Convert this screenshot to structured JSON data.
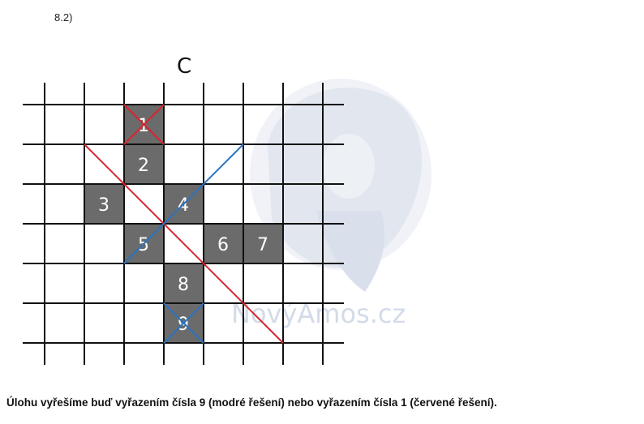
{
  "problem_number": "8.2)",
  "grid_label": "C",
  "cells": [
    {
      "number": "1"
    },
    {
      "number": "2"
    },
    {
      "number": "3"
    },
    {
      "number": "4"
    },
    {
      "number": "5"
    },
    {
      "number": "6"
    },
    {
      "number": "7"
    },
    {
      "number": "8"
    },
    {
      "number": "9"
    }
  ],
  "colors": {
    "shaded_cell": "#6b6b6b",
    "grid_line": "#111111",
    "red_solution": "#d6262e",
    "blue_solution": "#2a73c2",
    "watermark": "#d3dbe8"
  },
  "watermark": {
    "text": "NovýAmos.cz",
    "icon": "jan-amos-komensky-portrait-icon"
  },
  "caption": "Úlohu vyřešíme buď vyřazením čísla 9 (modré řešení) nebo vyřazením čísla 1 (červené řešení)."
}
